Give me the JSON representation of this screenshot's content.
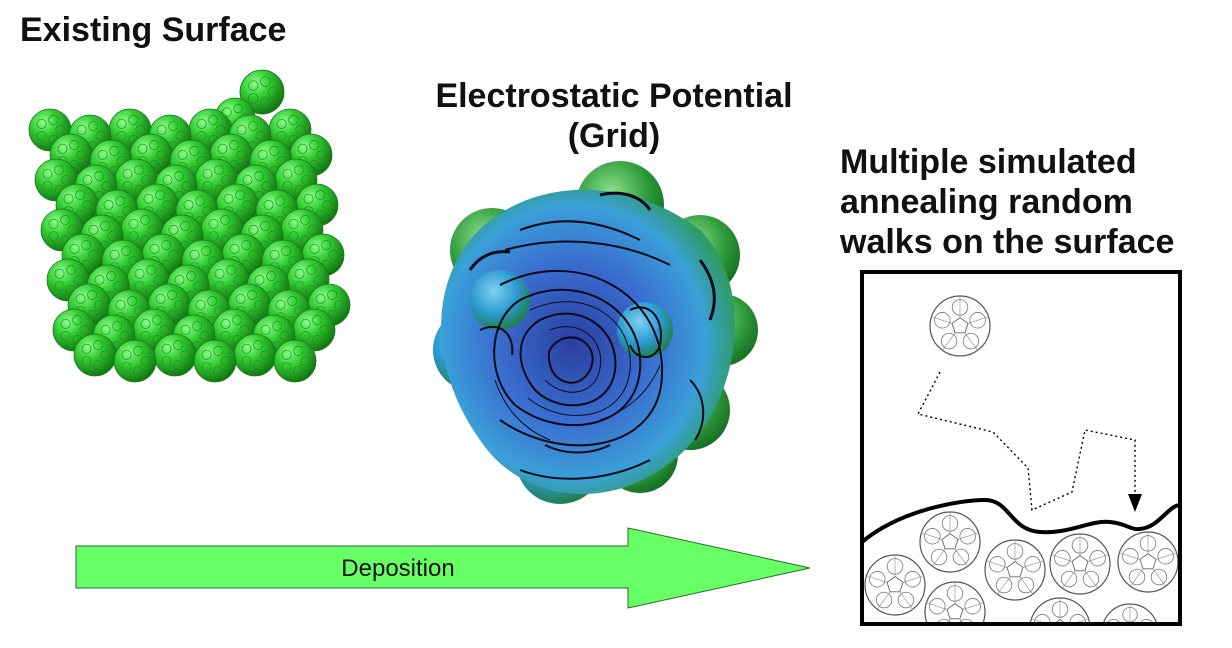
{
  "titles": {
    "existing_surface": "Existing Surface",
    "electrostatic_line1": "Electrostatic Potential",
    "electrostatic_line2": "(Grid)",
    "annealing_line1": "Multiple simulated",
    "annealing_line2": "annealing random",
    "annealing_line3": "walks on the surface"
  },
  "arrow": {
    "label": "Deposition",
    "color": "#66ff66"
  },
  "colors": {
    "cluster_green": "#33cc33",
    "cluster_dark": "#1a8a1a",
    "potential_blue": "#3a7fd0",
    "potential_dark": "#2a3fa0",
    "potential_green": "#2a9a3a"
  },
  "icons": {
    "cluster": "fullerene-cluster",
    "potential": "electrostatic-potential-surface",
    "molecule": "fullerene-outline"
  }
}
